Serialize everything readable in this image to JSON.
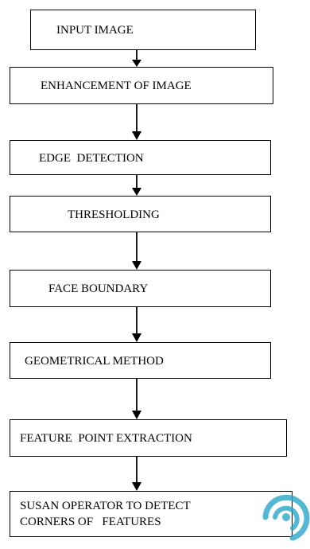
{
  "flowchart": {
    "steps": [
      {
        "label": "INPUT IMAGE"
      },
      {
        "label": "ENHANCEMENT OF IMAGE"
      },
      {
        "label": "EDGE  DETECTION"
      },
      {
        "label": "THRESHOLDING"
      },
      {
        "label": "FACE BOUNDARY"
      },
      {
        "label": "GEOMETRICAL METHOD"
      },
      {
        "label": "FEATURE  POINT EXTRACTION"
      },
      {
        "label_line1": "SUSAN OPERATOR TO DETECT",
        "label_line2": "CORNERS OF   FEATURES"
      }
    ]
  },
  "colors": {
    "stroke": "#000000",
    "background": "#ffffff",
    "watermark": "#2aa6c9"
  },
  "icons": {
    "watermark": "circular-logo-watermark-icon"
  }
}
